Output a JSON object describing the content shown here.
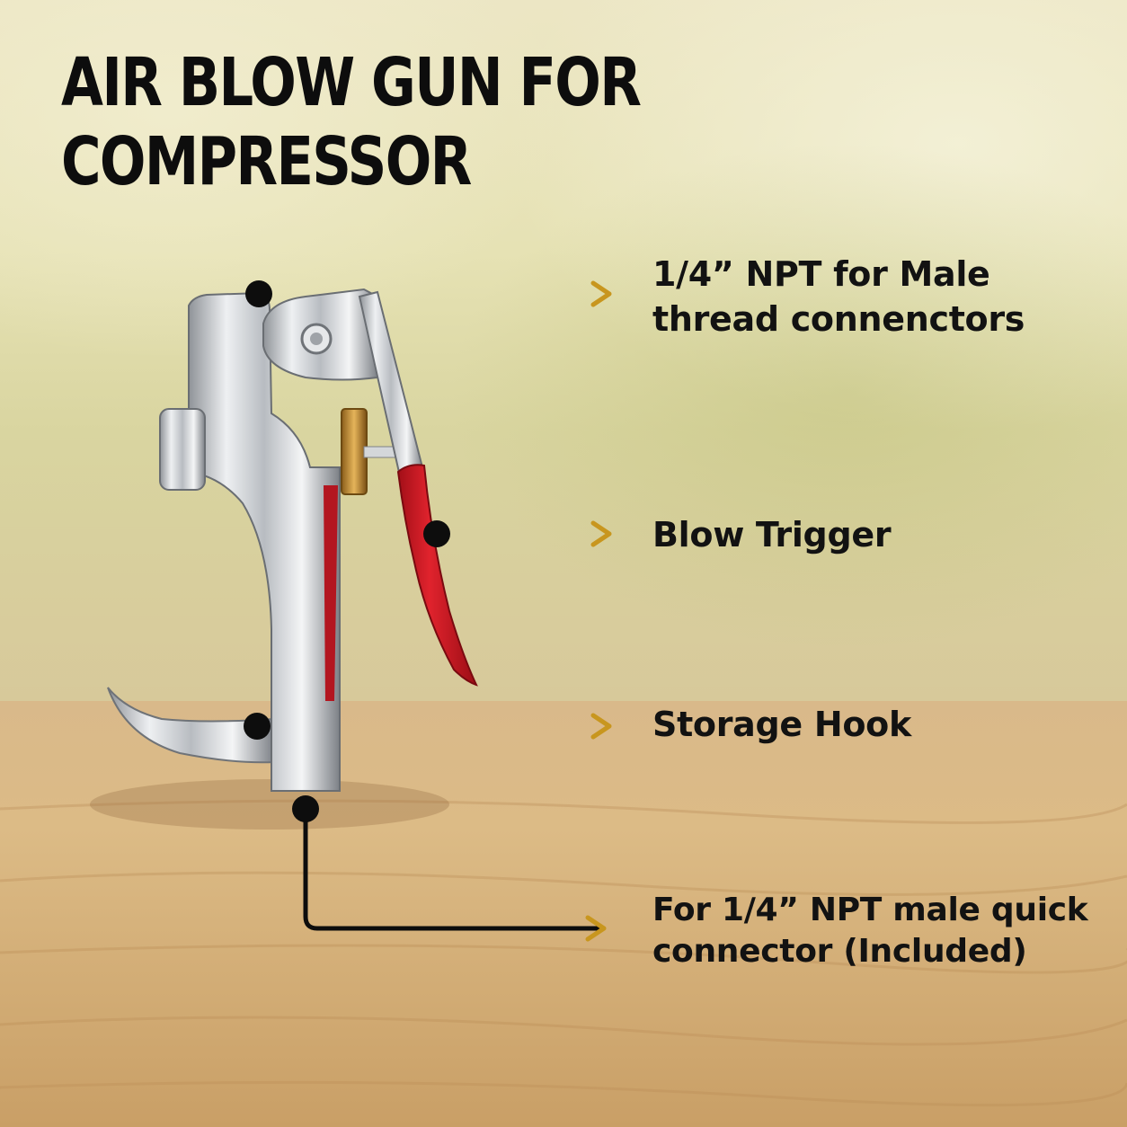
{
  "title": {
    "line1": "AIR BLOW GUN FOR",
    "line2": "COMPRESSOR"
  },
  "callouts": [
    {
      "line1": "1/4” NPT for Male",
      "line2": "thread connenctors"
    },
    {
      "line1": "Blow Trigger"
    },
    {
      "line1": "Storage Hook"
    },
    {
      "line1": "For 1/4” NPT male quick",
      "line2": "connector (Included)"
    }
  ],
  "colors": {
    "arrow_gold": "#c8961e",
    "dot": "#0d0d0d",
    "trigger_red": "#d11a24",
    "brass": "#c8922e",
    "chrome": "#c9ccd0"
  },
  "icons": [
    "air-blow-gun-illustration",
    "callout-dot",
    "callout-arrow"
  ]
}
